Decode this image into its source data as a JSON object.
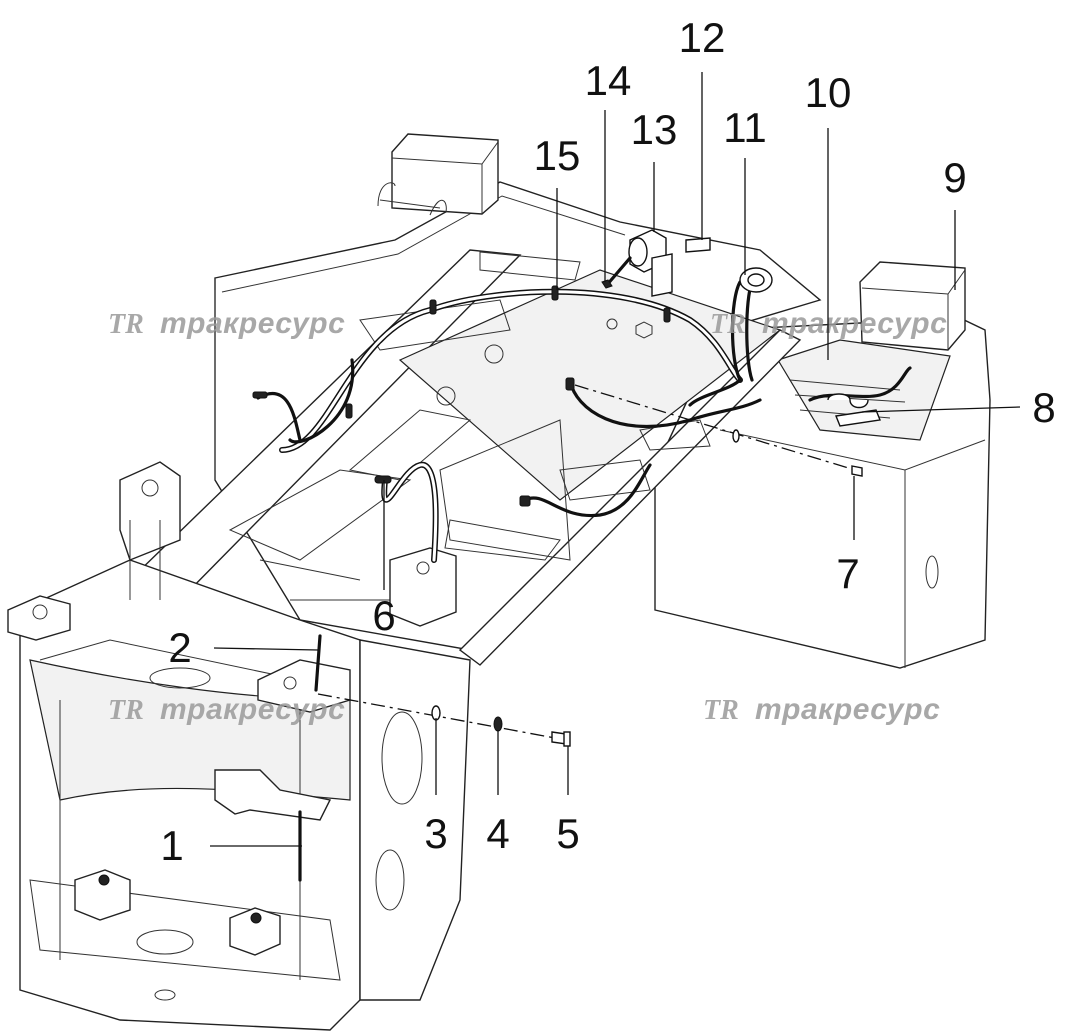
{
  "callouts": [
    "1",
    "2",
    "3",
    "4",
    "5",
    "6",
    "7",
    "8",
    "9",
    "10",
    "11",
    "12",
    "13",
    "14",
    "15"
  ],
  "watermark": {
    "logo": "TR",
    "text": "тракресурс"
  },
  "colors": {
    "line": "#111111",
    "watermark": "#9a9a9a",
    "background": "#ffffff"
  }
}
